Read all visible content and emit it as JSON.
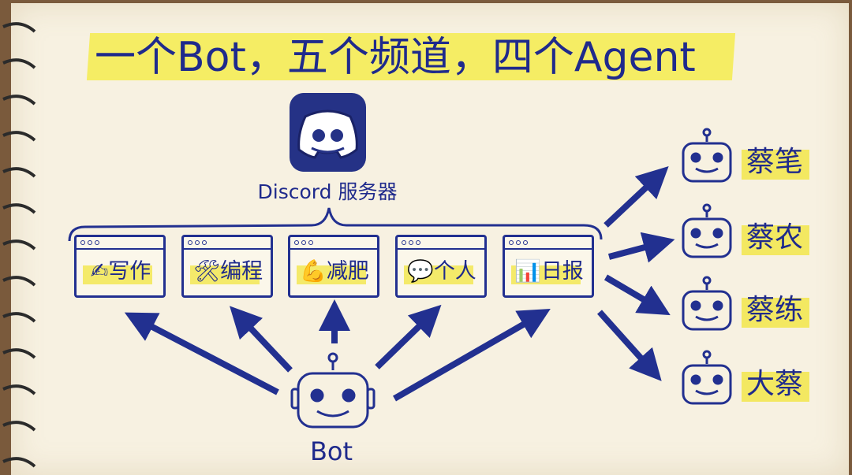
{
  "title": "一个Bot，五个频道，四个Agent",
  "server": {
    "label": "Discord 服务器",
    "icon": "discord-icon"
  },
  "channels": [
    {
      "emoji": "✍",
      "label": "写作"
    },
    {
      "emoji": "🛠",
      "label": "编程"
    },
    {
      "emoji": "💪",
      "label": "减肥"
    },
    {
      "emoji": "💬",
      "label": "个人"
    },
    {
      "emoji": "📊",
      "label": "日报"
    }
  ],
  "bot": {
    "label": "Bot"
  },
  "agents": [
    {
      "name": "蔡笔"
    },
    {
      "name": "蔡农"
    },
    {
      "name": "蔡练"
    },
    {
      "name": "大蔡"
    }
  ],
  "colors": {
    "ink": "#1f2a8c",
    "highlight": "#f5ec4d",
    "paper": "#f7f1e1"
  }
}
